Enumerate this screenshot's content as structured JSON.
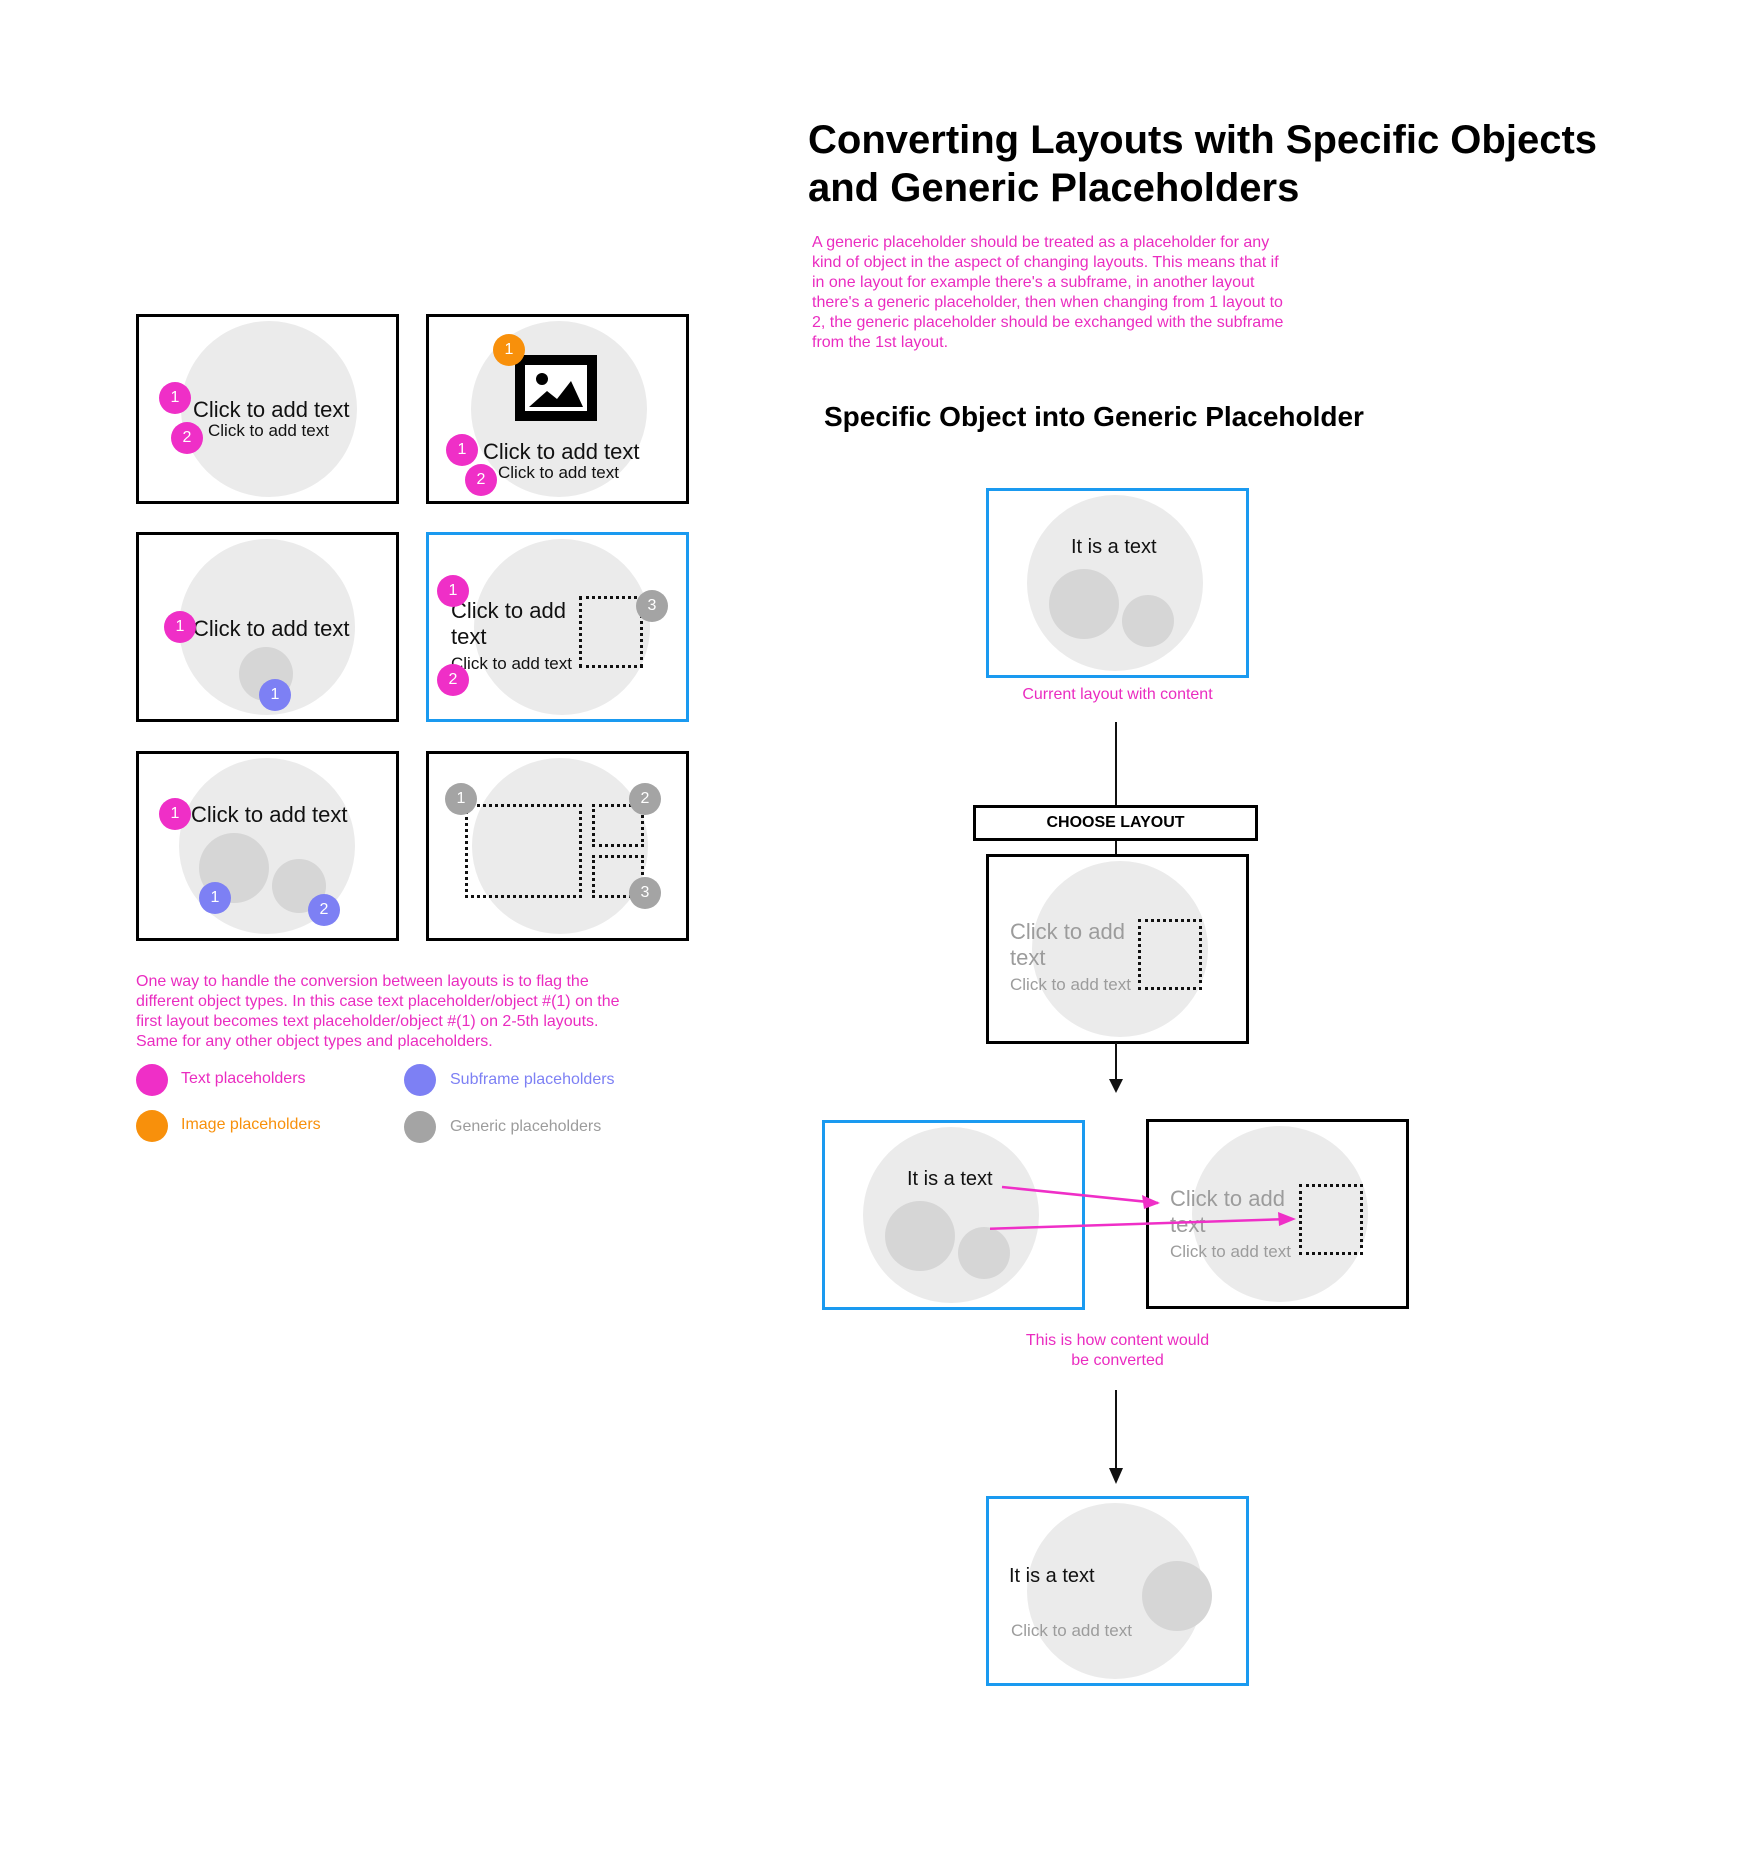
{
  "title_line1": "Converting Layouts with Specific Objects",
  "title_line2": "and Generic Placeholders",
  "intro": "A generic placeholder should be treated as a placeholder for any kind of object in the aspect of changing layouts. This means that if in one layout for example there's a subframe, in another layout there's a generic placeholder, then when changing from 1 layout to 2, the generic placeholder should be exchanged with the subframe from the 1st layout.",
  "section_title": "Specific Object into Generic Placeholder",
  "placeholder_text": "Click to add text",
  "placeholder_text_wrap1": "Click to add",
  "placeholder_text_wrap2": "text",
  "content_text": "It is a text",
  "note": "One way to handle the conversion between layouts is to flag the different object types. In this case text placeholder/object #(1) on the first layout becomes text placeholder/object #(1) on 2-5th layouts. Same for any other object types and placeholders.",
  "legend": {
    "text": "Text placeholders",
    "subframe": "Subframe placeholders",
    "image": "Image placeholders",
    "generic": "Generic placeholders"
  },
  "badges": {
    "one": "1",
    "two": "2",
    "three": "3"
  },
  "caption_current": "Current layout with content",
  "choose_layout": "CHOOSE LAYOUT",
  "caption_converted_line1": "This is how content would",
  "caption_converted_line2": "be converted",
  "colors": {
    "text_placeholder": "#ef2fc7",
    "subframe_placeholder": "#7d80f4",
    "image_placeholder": "#f8900b",
    "generic_placeholder": "#a4a4a4",
    "active_frame": "#1a9af0"
  }
}
